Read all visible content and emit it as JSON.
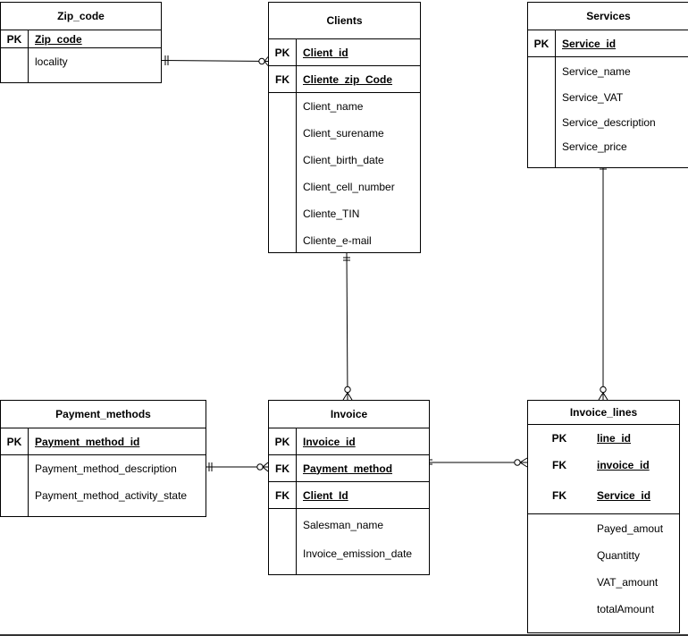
{
  "entities": {
    "zip_code": {
      "title": "Zip_code",
      "keys": [
        {
          "type": "PK",
          "name": "Zip_code"
        }
      ],
      "attributes": [
        "locality"
      ]
    },
    "clients": {
      "title": "Clients",
      "keys": [
        {
          "type": "PK",
          "name": "Client_id"
        },
        {
          "type": "FK",
          "name": "Cliente_zip_Code"
        }
      ],
      "attributes": [
        "Client_name",
        "Client_surename",
        "Client_birth_date",
        "Client_cell_number",
        "Cliente_TIN",
        "Cliente_e-mail"
      ]
    },
    "services": {
      "title": "Services",
      "keys": [
        {
          "type": "PK",
          "name": "Service_id"
        }
      ],
      "attributes": [
        "Service_name",
        "Service_VAT",
        "Service_description",
        "Service_price"
      ]
    },
    "payment_methods": {
      "title": "Payment_methods",
      "keys": [
        {
          "type": "PK",
          "name": "Payment_method_id"
        }
      ],
      "attributes": [
        "Payment_method_description",
        "Payment_method_activity_state"
      ]
    },
    "invoice": {
      "title": "Invoice",
      "keys": [
        {
          "type": "PK",
          "name": "Invoice_id"
        },
        {
          "type": "FK",
          "name": "Payment_method"
        },
        {
          "type": "FK",
          "name": "Client_Id"
        }
      ],
      "attributes": [
        "Salesman_name",
        "Invoice_emission_date"
      ]
    },
    "invoice_lines": {
      "title": "Invoice_lines",
      "keys": [
        {
          "type": "PK",
          "name": "line_id"
        },
        {
          "type": "FK",
          "name": "invoice_id"
        },
        {
          "type": "FK",
          "name": "Service_id"
        }
      ],
      "attributes": [
        "Payed_amout",
        "Quantitty",
        "VAT_amount",
        "totalAmount"
      ]
    }
  }
}
